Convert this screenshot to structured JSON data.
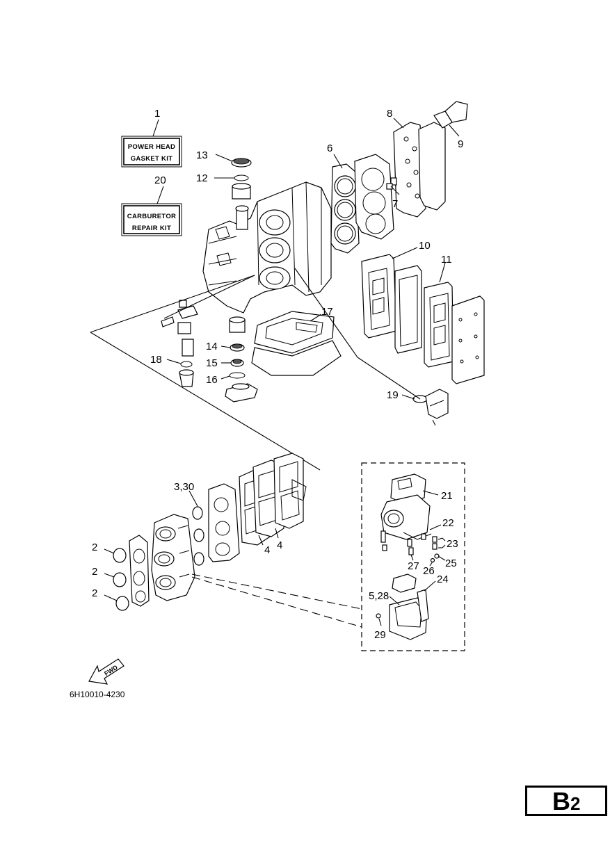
{
  "kits": {
    "power_head": {
      "number": "1",
      "line1": "POWER HEAD",
      "line2": "GASKET KIT"
    },
    "carburetor": {
      "number": "20",
      "line1": "CARBURETOR",
      "line2": "REPAIR KIT"
    }
  },
  "callouts": {
    "n2a": "2",
    "n2b": "2",
    "n2c": "2",
    "n3_30": "3,30",
    "n4a": "4",
    "n4b": "4",
    "n5_28": "5,28",
    "n6": "6",
    "n7": "7",
    "n8": "8",
    "n9": "9",
    "n10": "10",
    "n11": "11",
    "n12": "12",
    "n13": "13",
    "n14": "14",
    "n15": "15",
    "n16": "16",
    "n17": "17",
    "n18": "18",
    "n19": "19",
    "n21": "21",
    "n22": "22",
    "n23": "23",
    "n24": "24",
    "n25": "25",
    "n26": "26",
    "n27": "27",
    "n29": "29"
  },
  "fwd_label": "FWD",
  "diagram_code": "6H10010-4230",
  "page_badge": {
    "letter": "B",
    "digit": "2"
  }
}
